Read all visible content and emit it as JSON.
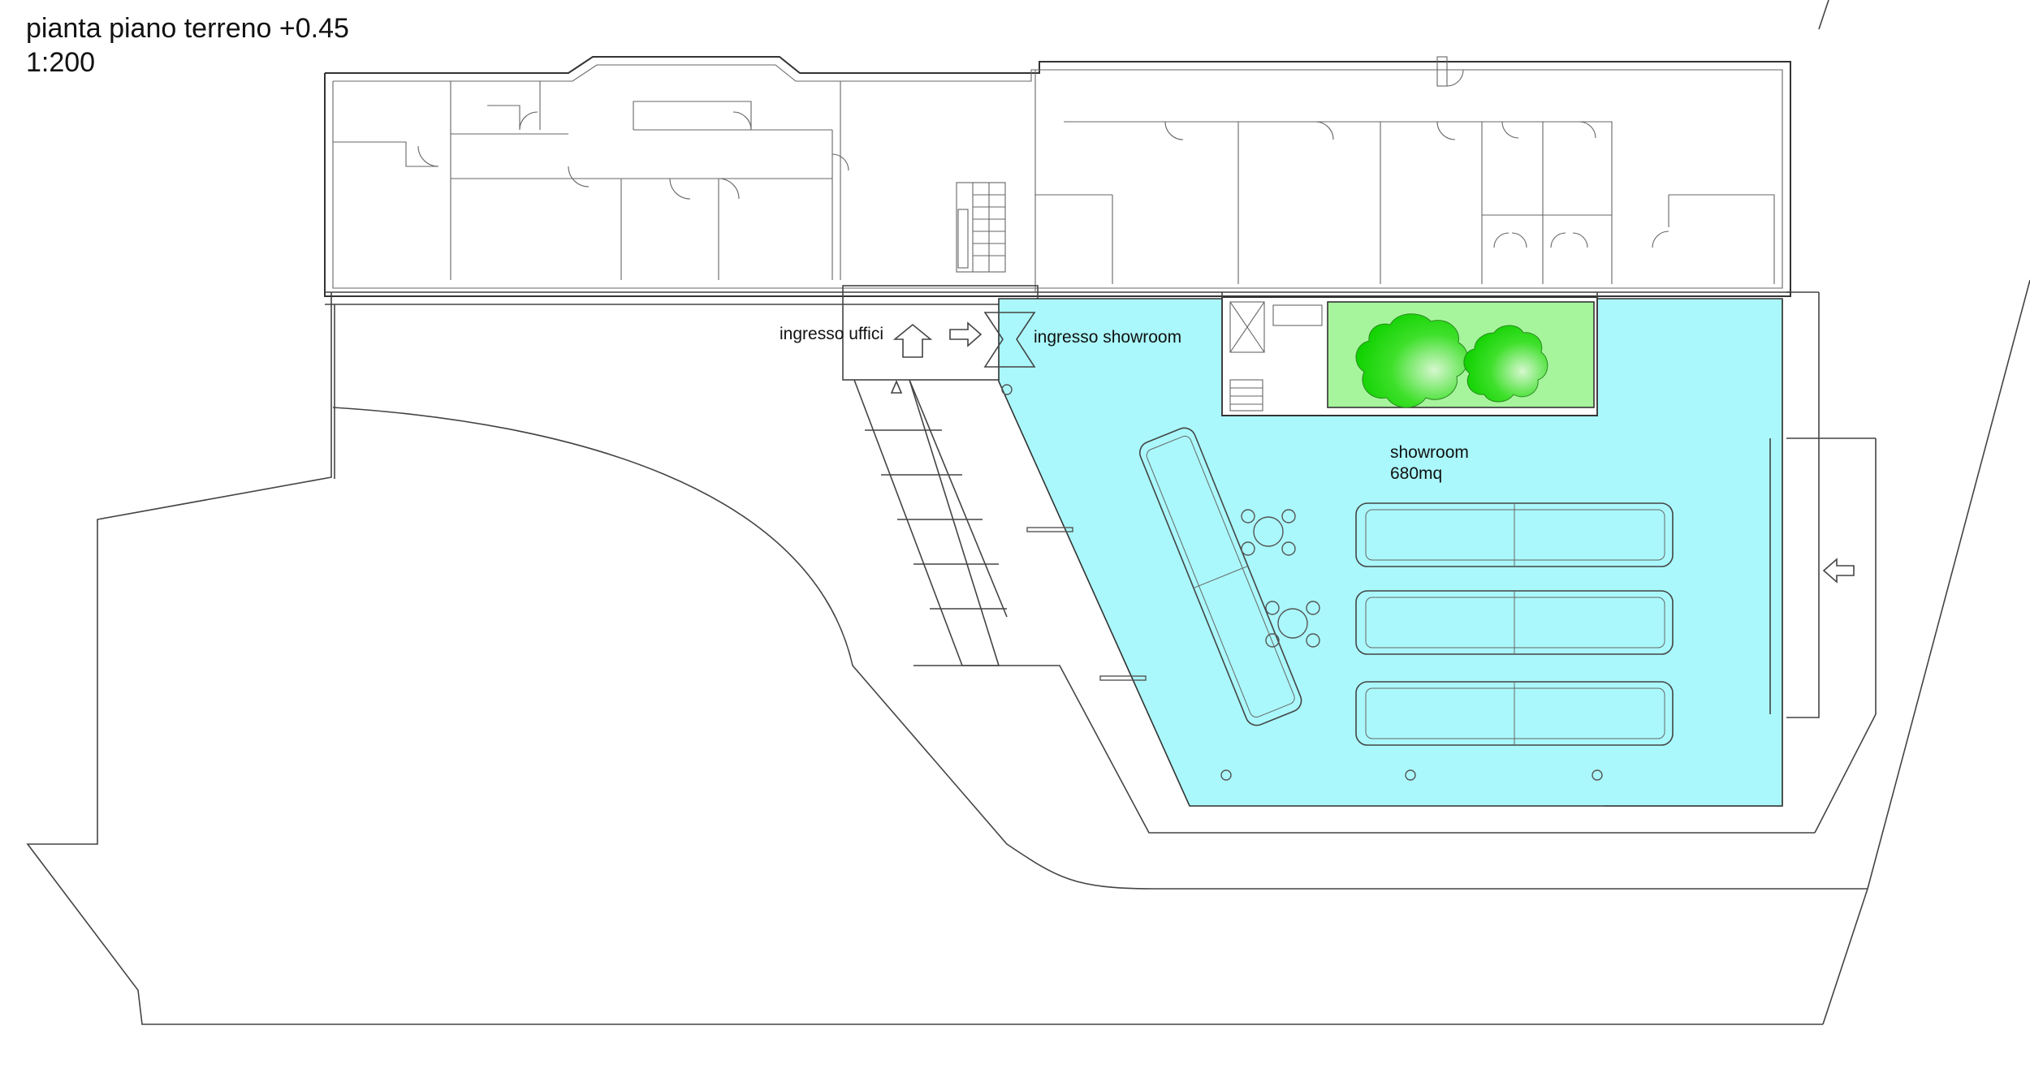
{
  "title": {
    "line1": "pianta piano terreno +0.45",
    "line2": "1:200"
  },
  "labels": {
    "ingresso_uffici": "ingresso uffici",
    "ingresso_showroom": "ingresso showroom",
    "showroom_name": "showroom",
    "showroom_area": "680mq"
  },
  "colors": {
    "showroom_fill": "#aaf8fb",
    "garden_fill": "#a6f59c",
    "tree_fill": "#1fd61a",
    "line": "#444444"
  }
}
